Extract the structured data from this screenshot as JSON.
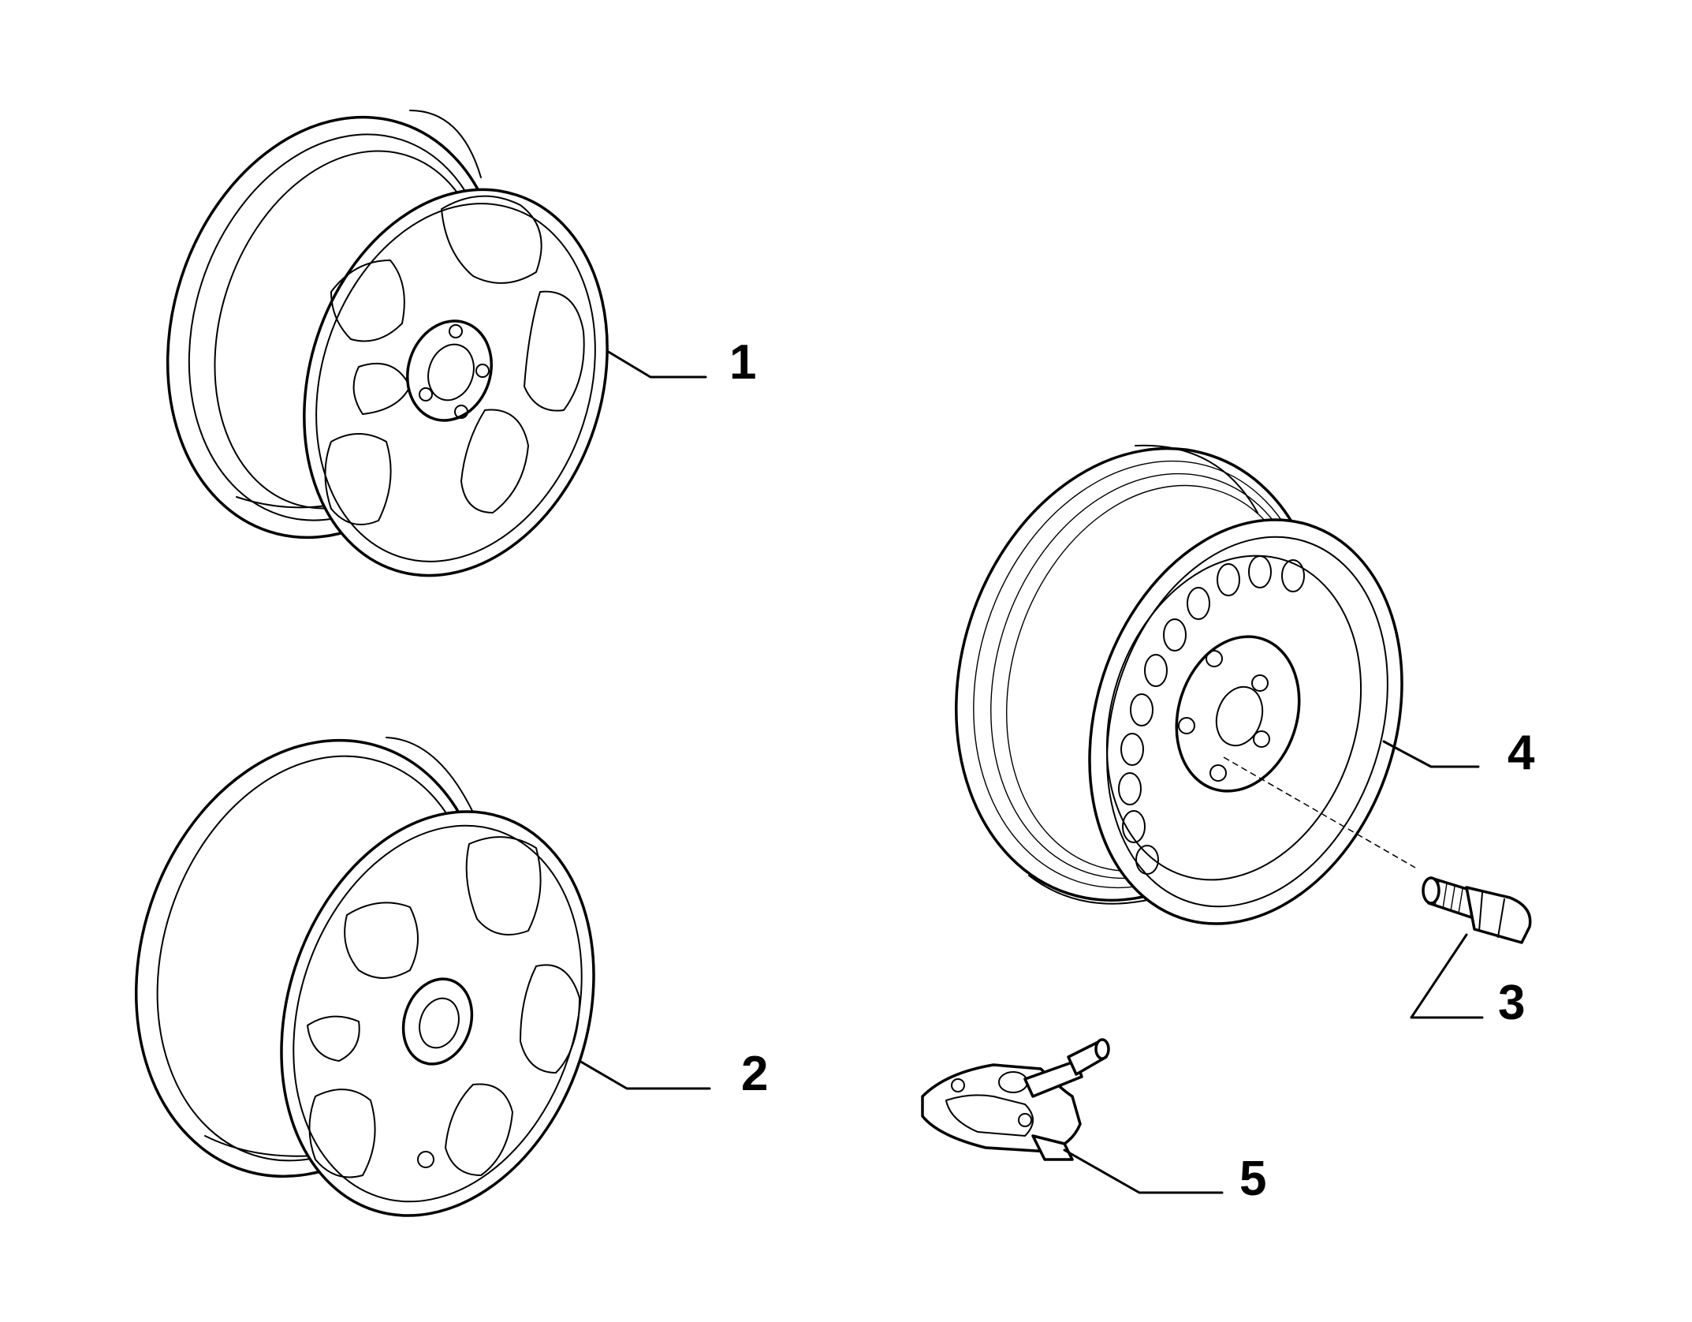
{
  "callouts": [
    {
      "id": "1",
      "text": "1",
      "part": "alloy-wheel-a"
    },
    {
      "id": "2",
      "text": "2",
      "part": "alloy-wheel-b"
    },
    {
      "id": "3",
      "text": "3",
      "part": "wheel-bolt"
    },
    {
      "id": "4",
      "text": "4",
      "part": "steel-wheel"
    },
    {
      "id": "5",
      "text": "5",
      "part": "tpms-valve-sensor"
    }
  ],
  "colors": {
    "line": "#000000",
    "background": "#ffffff"
  }
}
